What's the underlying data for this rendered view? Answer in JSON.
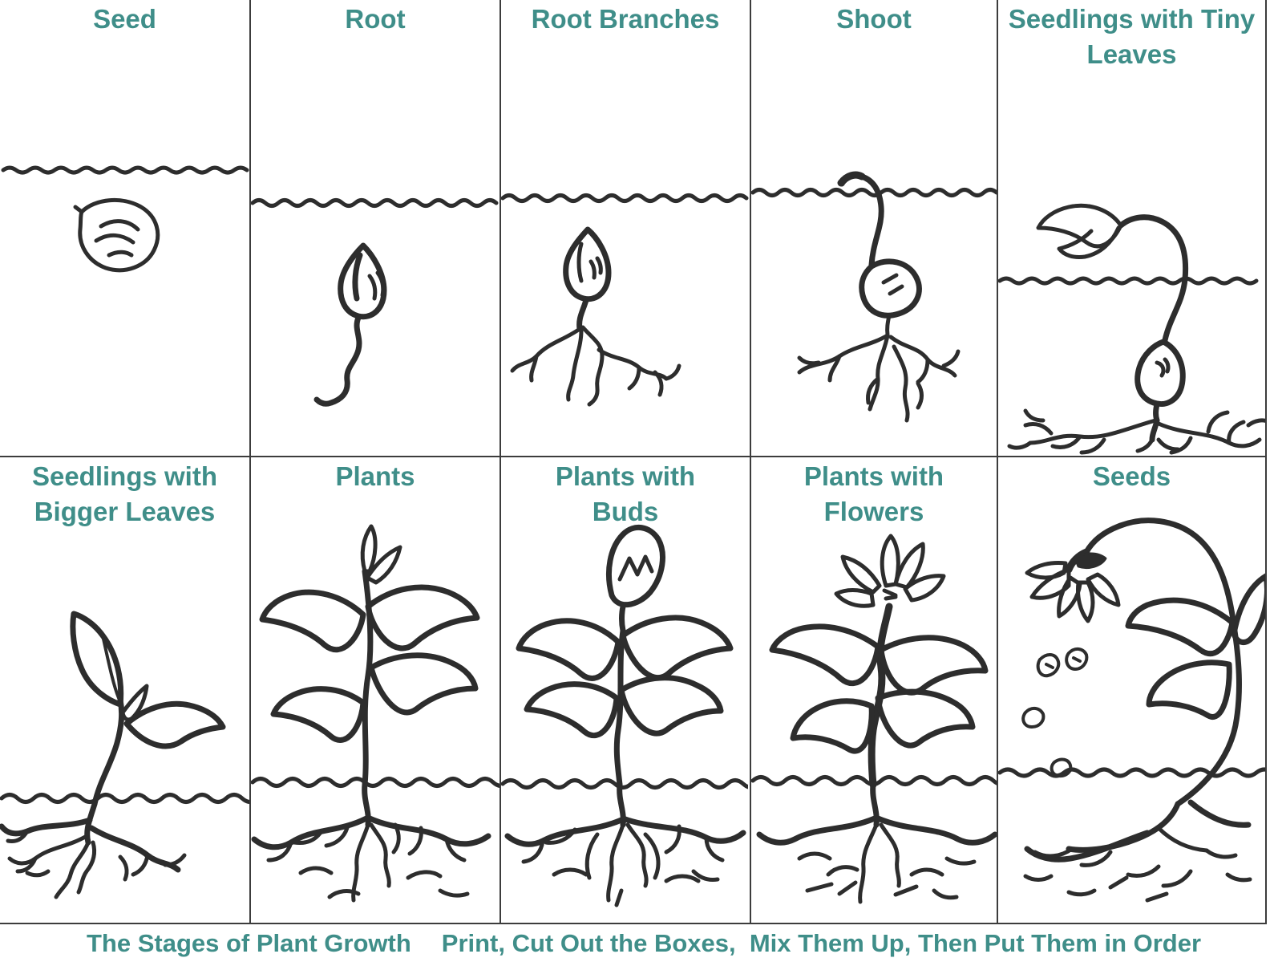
{
  "page": {
    "background": "#ffffff",
    "accent_color": "#3f8e89",
    "ink_color": "#2d2d2d",
    "border_color": "#3c3c3c"
  },
  "grid": {
    "rows": 2,
    "cols": 5,
    "cells": [
      {
        "id": "seed",
        "label": "Seed",
        "illustration": "seed-sketch"
      },
      {
        "id": "root",
        "label": "Root",
        "illustration": "root-sketch"
      },
      {
        "id": "root-branches",
        "label": "Root Branches",
        "illustration": "root-branches-sketch"
      },
      {
        "id": "shoot",
        "label": "Shoot",
        "illustration": "shoot-sketch"
      },
      {
        "id": "seedlings-tiny",
        "label": "Seedlings with Tiny Leaves",
        "illustration": "seedling-with-tiny-leaves-sketch"
      },
      {
        "id": "seedlings-bigger",
        "label": "Seedlings with Bigger Leaves",
        "illustration": "seedling-with-bigger-leaves-sketch"
      },
      {
        "id": "plants",
        "label": "Plants",
        "illustration": "plant-sketch"
      },
      {
        "id": "plants-buds",
        "label": "Plants with Buds",
        "illustration": "plant-with-buds-sketch"
      },
      {
        "id": "plants-flowers",
        "label": "Plants with Flowers",
        "illustration": "plant-with-flowers-sketch"
      },
      {
        "id": "seeds",
        "label": "Seeds",
        "illustration": "seeds-falling-sketch"
      }
    ]
  },
  "caption": {
    "title": "The Stages of Plant Growth",
    "instructions": "Print, Cut Out the Boxes,  Mix Them Up, Then Put Them in Order"
  }
}
